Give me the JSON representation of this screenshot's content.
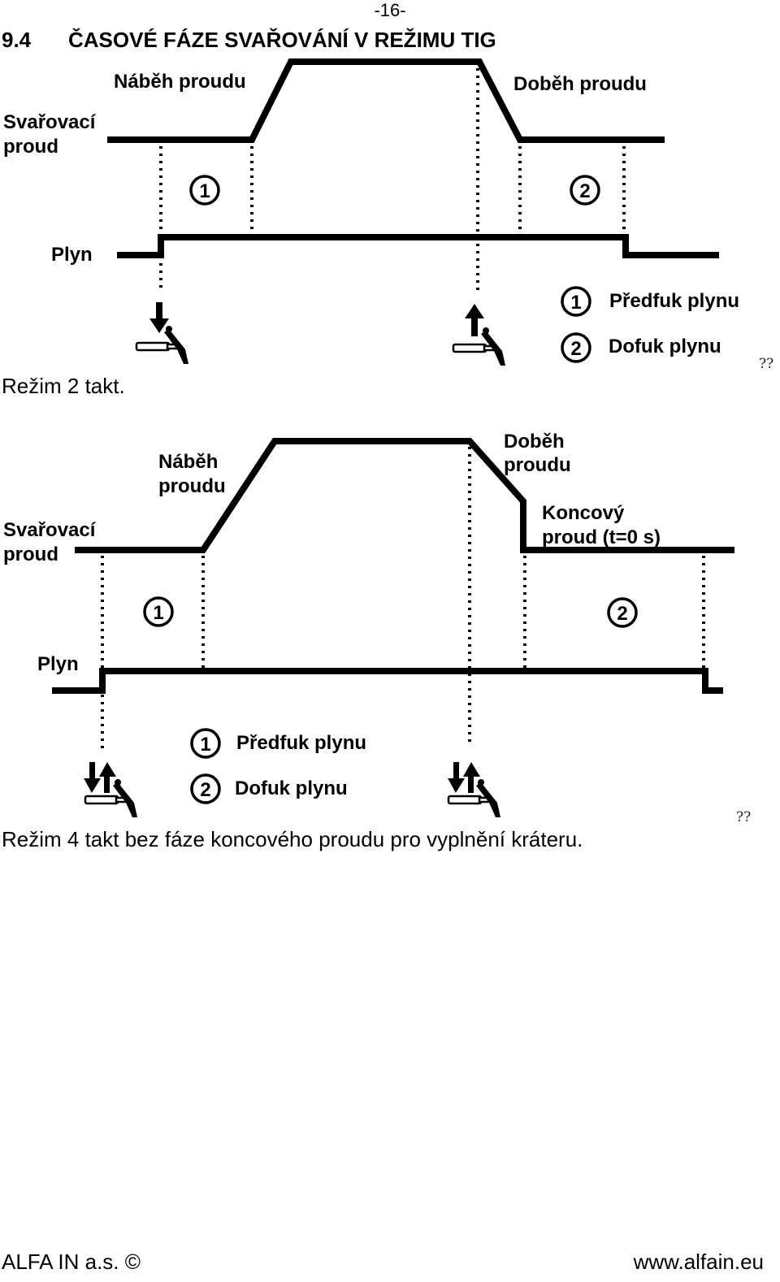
{
  "header": {
    "page_number": "-16-",
    "section_number": "9.4",
    "section_title": "ČASOVÉ FÁZE SVAŘOVÁNÍ V REŽIMU TIG"
  },
  "diagram_2t": {
    "label_rise": "Náběh proudu",
    "label_fall": "Doběh proudu",
    "label_current_1": "Svařovací",
    "label_current_2": "proud",
    "label_gas": "Plyn",
    "marker_1": "1",
    "marker_2": "2",
    "legend": [
      {
        "num": "1",
        "text": "Předfuk plynu"
      },
      {
        "num": "2",
        "text": "Dofuk plynu"
      }
    ],
    "caption": "Režim 2 takt.",
    "mark": "??"
  },
  "diagram_4t": {
    "label_rise_1": "Náběh",
    "label_rise_2": "proudu",
    "label_fall_1": "Doběh",
    "label_fall_2": "proudu",
    "label_end_1": "Koncový",
    "label_end_2": "proud (t=0 s)",
    "label_current_1": "Svařovací",
    "label_current_2": "proud",
    "label_gas": "Plyn",
    "marker_1": "1",
    "marker_2": "2",
    "legend": [
      {
        "num": "1",
        "text": "Předfuk plynu"
      },
      {
        "num": "2",
        "text": "Dofuk plynu"
      }
    ],
    "caption": "Režim 4 takt bez fáze koncového proudu pro vyplnění kráteru.",
    "mark": "??"
  },
  "footer": {
    "company": "ALFA IN a.s. ©",
    "url": "www.alfain.eu"
  },
  "icons": [
    "arrow-down-icon",
    "arrow-up-icon",
    "double-arrow-icon",
    "tig-torch-icon"
  ]
}
